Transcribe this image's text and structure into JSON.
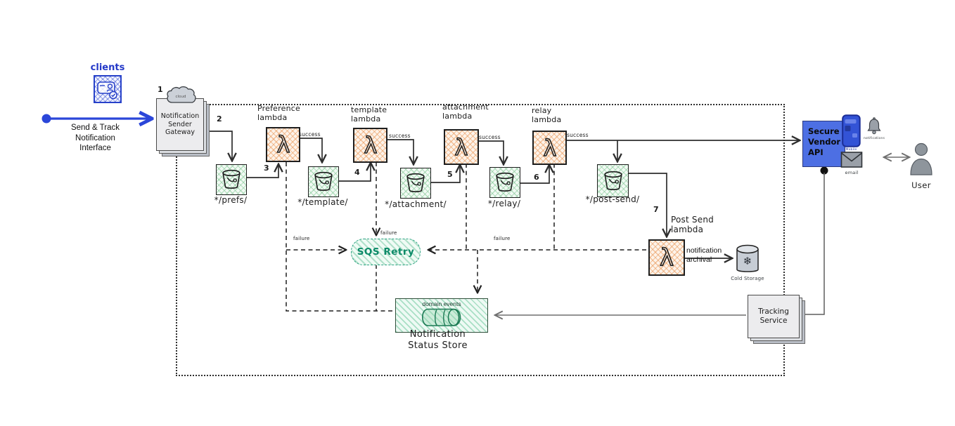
{
  "colors": {
    "client_blue": "#2b46d9",
    "vendor_blue": "#4d6fe3",
    "lambda_orange": "#e99655",
    "bucket_green": "#78c38c",
    "sqs_teal": "#0c8a68",
    "store_green": "#1c7a54",
    "icon_gray": "#9aa0a8"
  },
  "glyphs": {
    "lambda": "λ",
    "snowflake": "❄"
  },
  "clients": {
    "label": "clients"
  },
  "interface": {
    "line1": "Send & Track",
    "line2": "Notification",
    "line3": "Interface"
  },
  "gateway": {
    "step": "1",
    "cloud": "cloud",
    "line1": "Notification",
    "line2": "Sender",
    "line3": "Gateway"
  },
  "steps": {
    "n2": "2",
    "n3": "3",
    "n4": "4",
    "n5": "5",
    "n6": "6",
    "n7": "7"
  },
  "labels": {
    "success": "success",
    "failure": "failure"
  },
  "lambdas": [
    {
      "l1": "Preference",
      "l2": "lambda"
    },
    {
      "l1": "template",
      "l2": "lambda"
    },
    {
      "l1": "attachment",
      "l2": "lambda"
    },
    {
      "l1": "relay",
      "l2": "lambda"
    },
    {
      "l1": "Post Send",
      "l2": "lambda"
    }
  ],
  "buckets": [
    {
      "label": "*/prefs/"
    },
    {
      "label": "*/template/"
    },
    {
      "label": "*/attachment/"
    },
    {
      "label": "*/relay/"
    },
    {
      "label": "*/post-send/"
    }
  ],
  "sqs": {
    "label": "SQS Retry"
  },
  "status_store": {
    "banner": "domain events",
    "l1": "Notification",
    "l2": "Status Store"
  },
  "archival": {
    "l1": "notification",
    "l2": "archival"
  },
  "cold_storage": {
    "label": "Cold Storage"
  },
  "vendor": {
    "l1": "Secure",
    "l2": "Vendor",
    "l3": "API"
  },
  "channels": {
    "mobile": "Mobile",
    "notifications": "notifications",
    "email": "email"
  },
  "user": {
    "label": "User"
  },
  "tracking": {
    "l1": "Tracking",
    "l2": "Service"
  }
}
